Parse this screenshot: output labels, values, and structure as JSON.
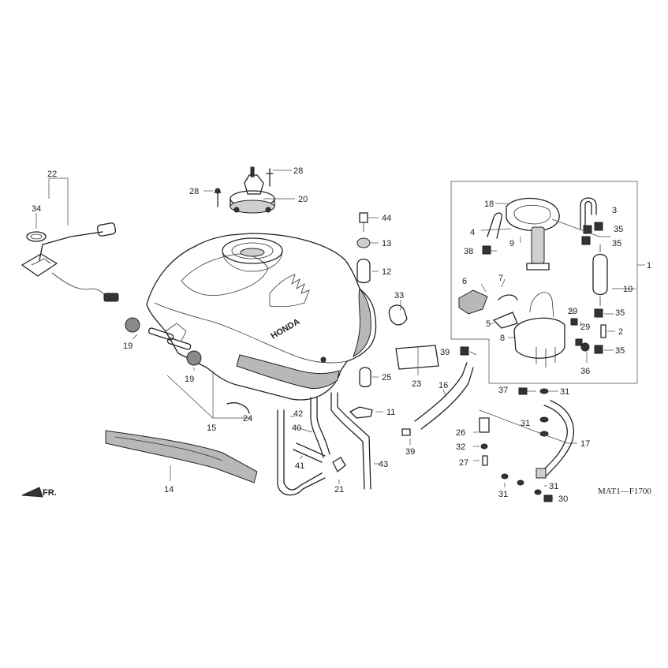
{
  "diagram": {
    "figure_code": "MAT1—F1700",
    "front_marker": "FR.",
    "brand_mark": "HONDA",
    "callouts": [
      {
        "id": "c1",
        "text": "1"
      },
      {
        "id": "c2",
        "text": "2"
      },
      {
        "id": "c3",
        "text": "3"
      },
      {
        "id": "c4",
        "text": "4"
      },
      {
        "id": "c5",
        "text": "5"
      },
      {
        "id": "c6",
        "text": "6"
      },
      {
        "id": "c7",
        "text": "7"
      },
      {
        "id": "c8",
        "text": "8"
      },
      {
        "id": "c9",
        "text": "9"
      },
      {
        "id": "c10",
        "text": "10"
      },
      {
        "id": "c11",
        "text": "11"
      },
      {
        "id": "c12",
        "text": "12"
      },
      {
        "id": "c13",
        "text": "13"
      },
      {
        "id": "c14",
        "text": "14"
      },
      {
        "id": "c15",
        "text": "15"
      },
      {
        "id": "c16",
        "text": "16"
      },
      {
        "id": "c17",
        "text": "17"
      },
      {
        "id": "c18",
        "text": "18"
      },
      {
        "id": "c19a",
        "text": "19"
      },
      {
        "id": "c19b",
        "text": "19"
      },
      {
        "id": "c20",
        "text": "20"
      },
      {
        "id": "c21",
        "text": "21"
      },
      {
        "id": "c22",
        "text": "22"
      },
      {
        "id": "c23",
        "text": "23"
      },
      {
        "id": "c24",
        "text": "24"
      },
      {
        "id": "c25",
        "text": "25"
      },
      {
        "id": "c26",
        "text": "26"
      },
      {
        "id": "c27",
        "text": "27"
      },
      {
        "id": "c28a",
        "text": "28"
      },
      {
        "id": "c28b",
        "text": "28"
      },
      {
        "id": "c29a",
        "text": "29"
      },
      {
        "id": "c29b",
        "text": "29"
      },
      {
        "id": "c30",
        "text": "30"
      },
      {
        "id": "c31a",
        "text": "31"
      },
      {
        "id": "c31b",
        "text": "31"
      },
      {
        "id": "c31c",
        "text": "31"
      },
      {
        "id": "c31d",
        "text": "31"
      },
      {
        "id": "c32",
        "text": "32"
      },
      {
        "id": "c33",
        "text": "33"
      },
      {
        "id": "c34",
        "text": "34"
      },
      {
        "id": "c35a",
        "text": "35"
      },
      {
        "id": "c35b",
        "text": "35"
      },
      {
        "id": "c35c",
        "text": "35"
      },
      {
        "id": "c35d",
        "text": "35"
      },
      {
        "id": "c36",
        "text": "36"
      },
      {
        "id": "c37",
        "text": "37"
      },
      {
        "id": "c38",
        "text": "38"
      },
      {
        "id": "c39a",
        "text": "39"
      },
      {
        "id": "c39b",
        "text": "39"
      },
      {
        "id": "c40",
        "text": "40"
      },
      {
        "id": "c41",
        "text": "41"
      },
      {
        "id": "c42",
        "text": "42"
      },
      {
        "id": "c43",
        "text": "43"
      },
      {
        "id": "c44",
        "text": "44"
      }
    ]
  }
}
